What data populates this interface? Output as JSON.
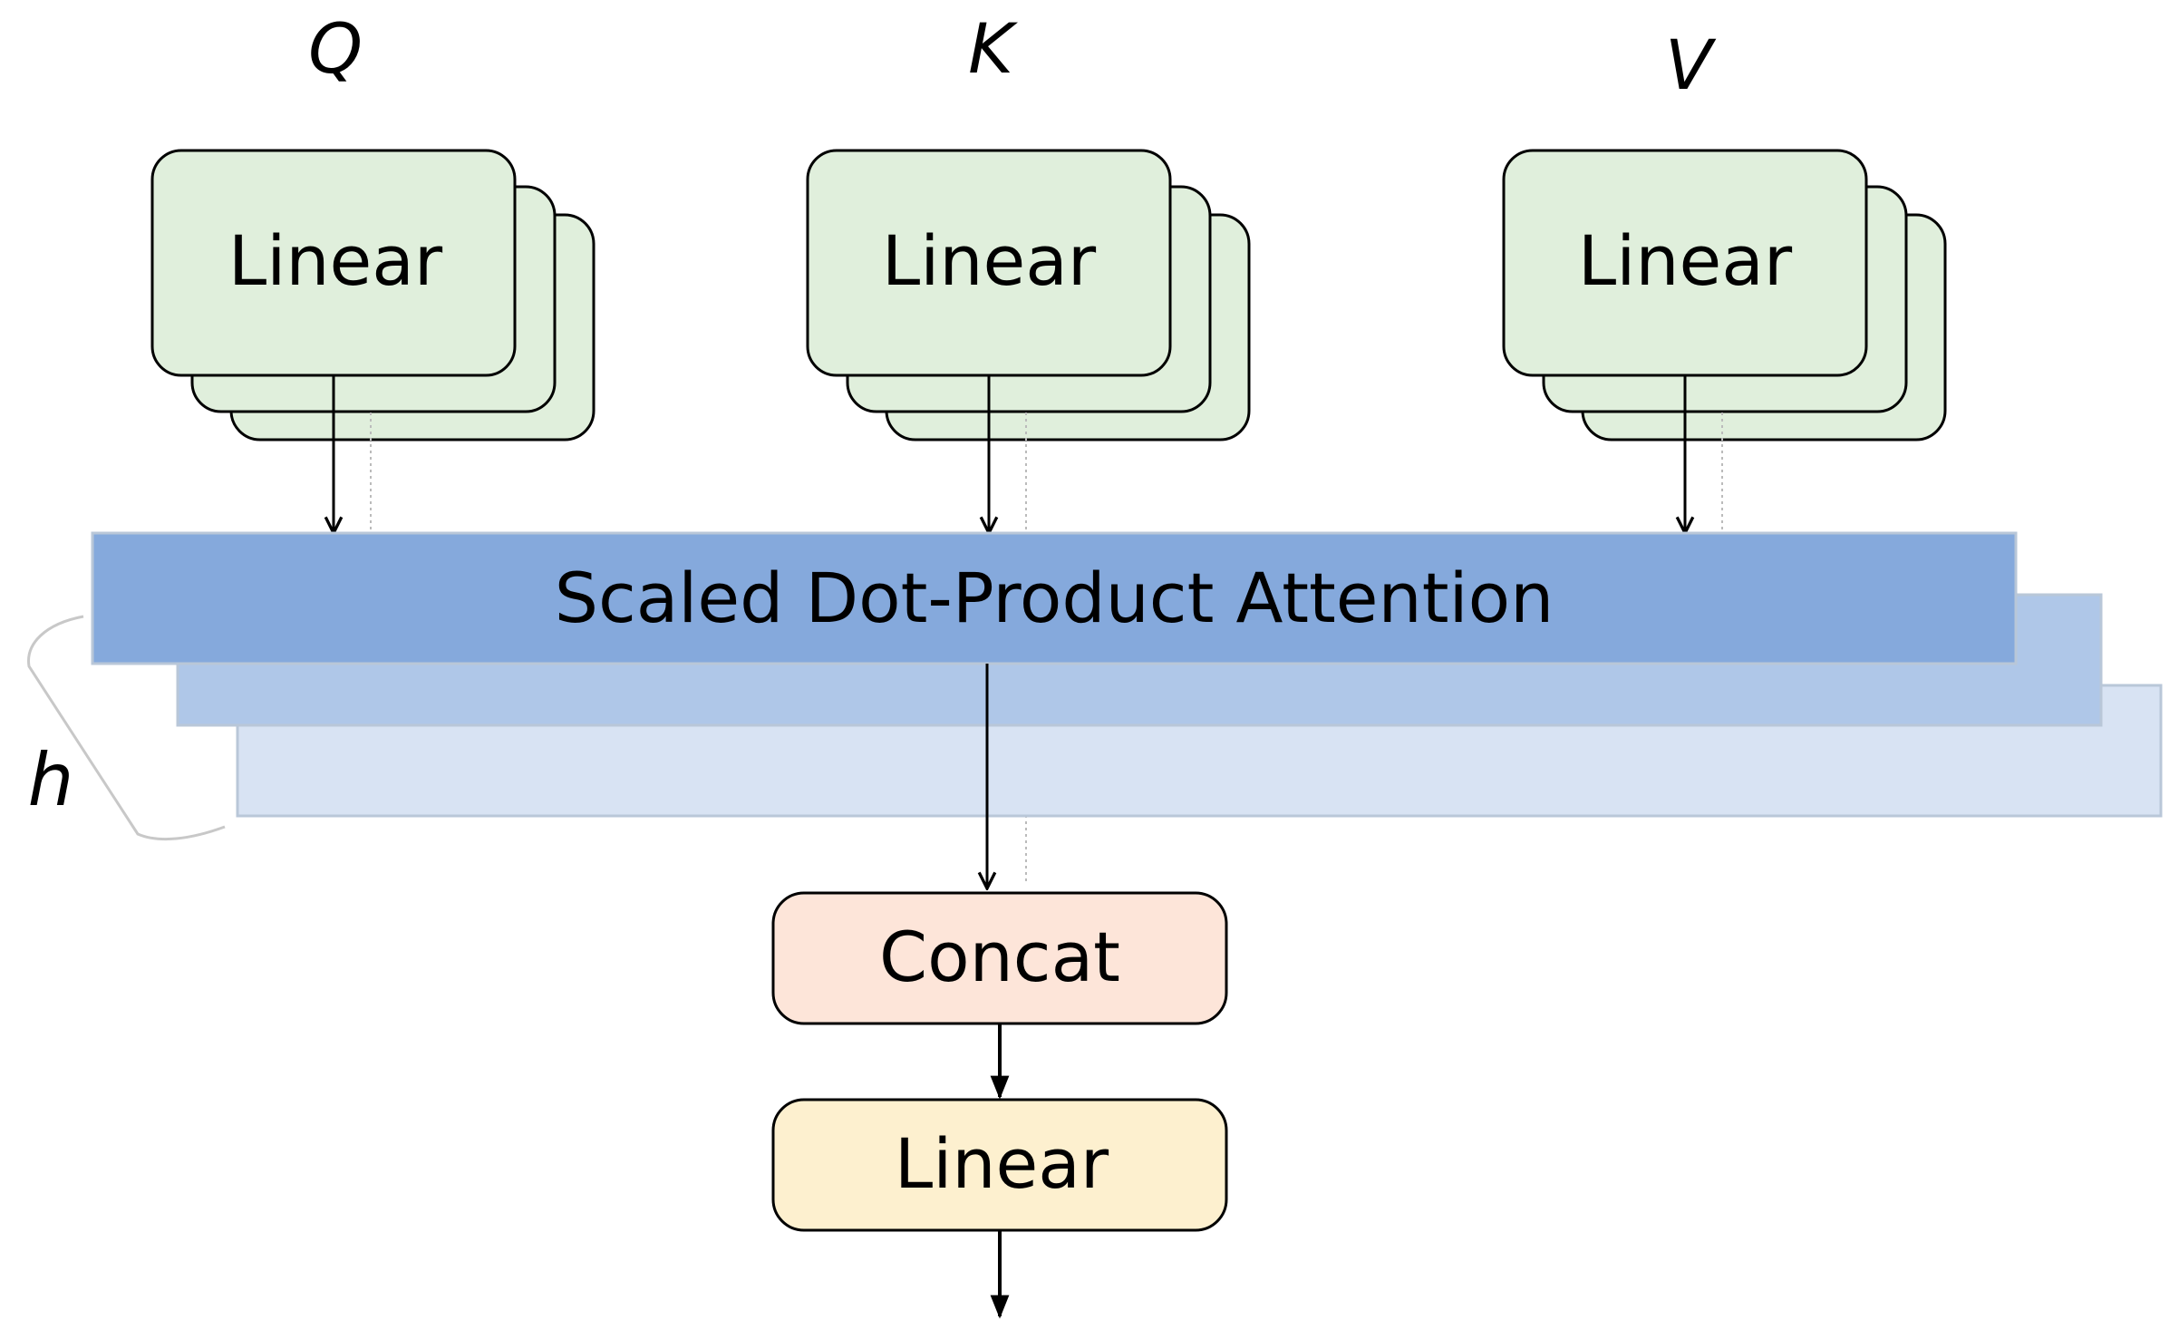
{
  "inputs": [
    {
      "symbol": "Q",
      "layer_label": "Linear"
    },
    {
      "symbol": "K",
      "layer_label": "Linear"
    },
    {
      "symbol": "V",
      "layer_label": "Linear"
    }
  ],
  "attention": {
    "label": "Scaled Dot-Product Attention"
  },
  "heads": {
    "symbol": "h"
  },
  "concat": {
    "label": "Concat"
  },
  "output_linear": {
    "label": "Linear"
  },
  "colors": {
    "linear_fill": "#e0efdc",
    "attention_front": "#85a9dc",
    "attention_mid": "#afc7e8",
    "attention_back": "#d8e3f3",
    "concat_fill": "#fde5d9",
    "output_linear_fill": "#fdf0cf",
    "stroke": "#000000",
    "attention_stroke": "#b9c7d8",
    "brace": "#c8c8c8"
  }
}
